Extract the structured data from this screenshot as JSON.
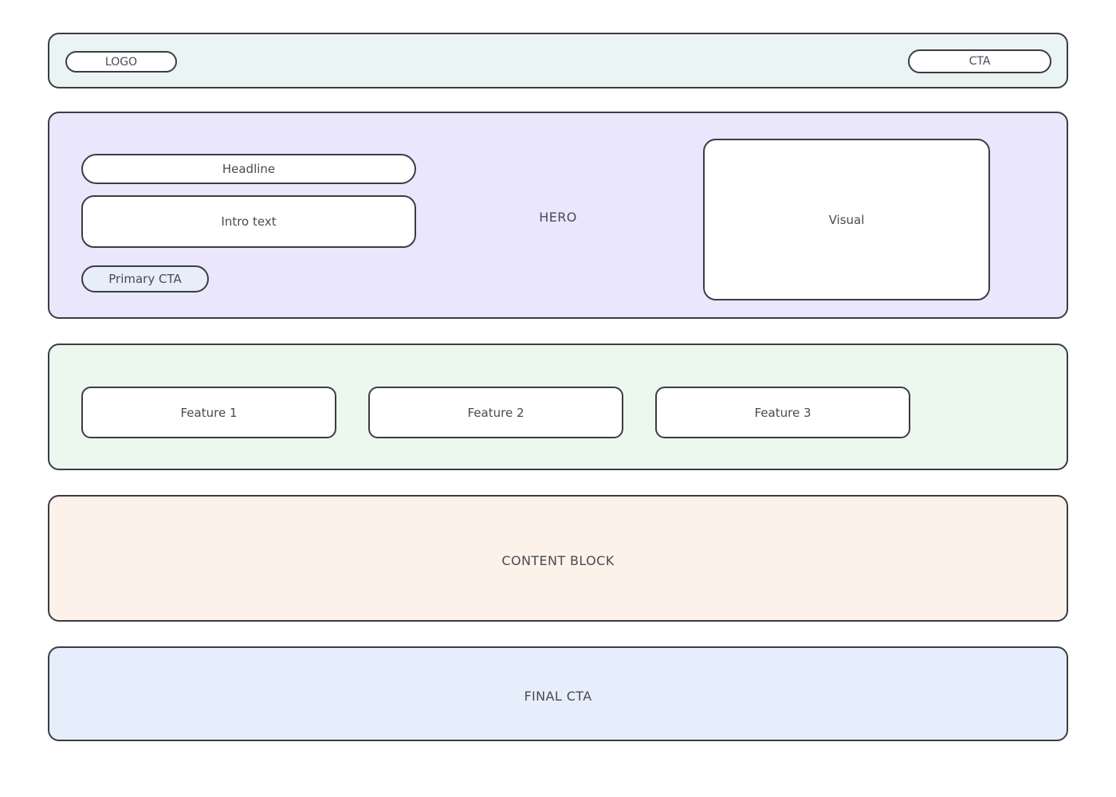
{
  "page": {
    "type": "landing-page-wireframe",
    "background": "#ffffff",
    "border_color": "#3c3c44",
    "text_color": "#4a4a52"
  },
  "header": {
    "label": "",
    "background": "#e9f4f3",
    "logo": "LOGO",
    "cta": "CTA"
  },
  "hero": {
    "label": "HERO",
    "background": "#eae7fd",
    "headline": "Headline",
    "intro": "Intro text",
    "primary_cta": "Primary CTA",
    "primary_cta_background": "#e7edfb",
    "visual": "Visual"
  },
  "features": {
    "label": "",
    "background": "#ecf7ee",
    "cards": [
      {
        "label": "Feature 1"
      },
      {
        "label": "Feature 2"
      },
      {
        "label": "Feature 3"
      }
    ]
  },
  "content": {
    "label": "CONTENT BLOCK",
    "background": "#fdf2e9"
  },
  "final_cta": {
    "label": "FINAL CTA",
    "background": "#e7eefb"
  }
}
